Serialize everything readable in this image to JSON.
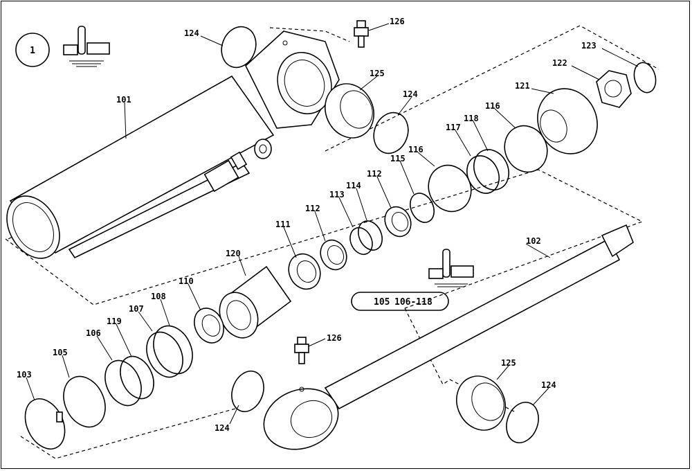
{
  "view_number": "1",
  "kit_reference": {
    "left": "105",
    "right": "106-118"
  },
  "callouts": [
    {
      "id": "c124a",
      "text": "124"
    },
    {
      "id": "c126a",
      "text": "126"
    },
    {
      "id": "c101",
      "text": "101"
    },
    {
      "id": "c125a",
      "text": "125"
    },
    {
      "id": "c124b",
      "text": "124"
    },
    {
      "id": "c123",
      "text": "123"
    },
    {
      "id": "c122",
      "text": "122"
    },
    {
      "id": "c121",
      "text": "121"
    },
    {
      "id": "c116a",
      "text": "116"
    },
    {
      "id": "c118",
      "text": "118"
    },
    {
      "id": "c117",
      "text": "117"
    },
    {
      "id": "c116b",
      "text": "116"
    },
    {
      "id": "c115",
      "text": "115"
    },
    {
      "id": "c112a",
      "text": "112"
    },
    {
      "id": "c114",
      "text": "114"
    },
    {
      "id": "c113",
      "text": "113"
    },
    {
      "id": "c112b",
      "text": "112"
    },
    {
      "id": "c111",
      "text": "111"
    },
    {
      "id": "c120",
      "text": "120"
    },
    {
      "id": "c102",
      "text": "102"
    },
    {
      "id": "c110",
      "text": "110"
    },
    {
      "id": "c108",
      "text": "108"
    },
    {
      "id": "c107",
      "text": "107"
    },
    {
      "id": "c119",
      "text": "119"
    },
    {
      "id": "c106",
      "text": "106"
    },
    {
      "id": "c105",
      "text": "105"
    },
    {
      "id": "c103",
      "text": "103"
    },
    {
      "id": "c126b",
      "text": "126"
    },
    {
      "id": "c125b",
      "text": "125"
    },
    {
      "id": "c124c",
      "text": "124"
    },
    {
      "id": "c124d",
      "text": "124"
    }
  ]
}
